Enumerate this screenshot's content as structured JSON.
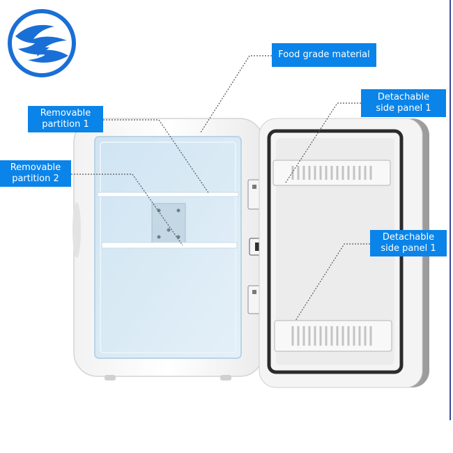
{
  "colors": {
    "label_bg": "#0a84e8",
    "label_text": "#ffffff",
    "interior": "#d6e8f4",
    "body": "#ffffff",
    "seal": "#2b2b2b",
    "logo": "#1a6fd6"
  },
  "logo": {
    "icon": "brand-wave-logo"
  },
  "labels": {
    "food_grade": "Food grade material",
    "removable_partition_1": {
      "line1": "Removable",
      "line2": "partition 1"
    },
    "removable_partition_2": {
      "line1": "Removable",
      "line2": "partition 2"
    },
    "detachable_side_panel_top": {
      "line1": "Detachable",
      "line2": "side panel 1"
    },
    "detachable_side_panel_bottom": {
      "line1": "Detachable",
      "line2": "side panel 1"
    }
  }
}
